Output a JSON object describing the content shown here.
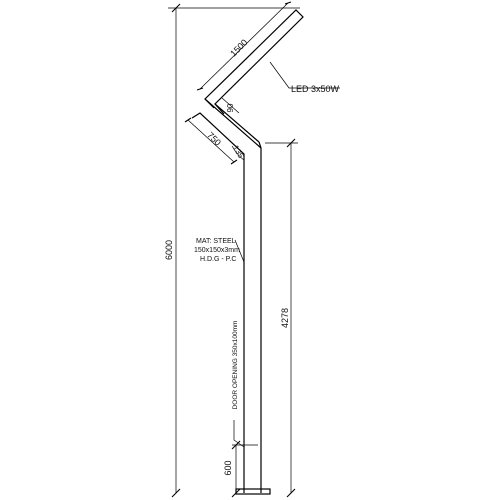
{
  "drawing": {
    "dimensions": {
      "total_height": "6000",
      "arm_length": "1500",
      "elbow_width": "90",
      "short_arm": "750",
      "angle": "135",
      "straight_height": "4278",
      "door_height": "600"
    },
    "labels": {
      "luminaire": "LED 3x50W",
      "material_line1": "MAT: STEEL",
      "material_line2": "150x150x3mm",
      "material_line3": "H.D.G - P.C",
      "door_opening": "DOOR OPENING 350x100mm"
    }
  }
}
